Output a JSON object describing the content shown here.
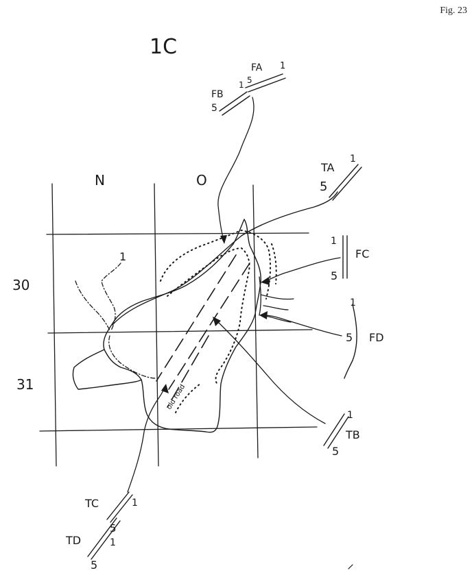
{
  "figure_label": "Fig. 23",
  "map_title": "1C",
  "grid": {
    "columns": [
      "N",
      "O"
    ],
    "rows": [
      "30",
      "31"
    ]
  },
  "annotations": {
    "old_road": "old road",
    "stream_one": "1"
  },
  "transects": {
    "FA": {
      "name": "FA",
      "start": "1",
      "end": "5"
    },
    "FB": {
      "name": "FB",
      "start": "1",
      "end": "5"
    },
    "TA": {
      "name": "TA",
      "start": "1",
      "end": "5"
    },
    "FC": {
      "name": "FC",
      "start": "1",
      "end": "5"
    },
    "FD": {
      "name": "FD",
      "start": "1",
      "end": "5"
    },
    "TB": {
      "name": "TB",
      "start": "1",
      "end": "5"
    },
    "TC": {
      "name": "TC",
      "start": "1"
    },
    "TD": {
      "name": "TD",
      "start": "1",
      "end": "5",
      "extra": "5"
    }
  }
}
